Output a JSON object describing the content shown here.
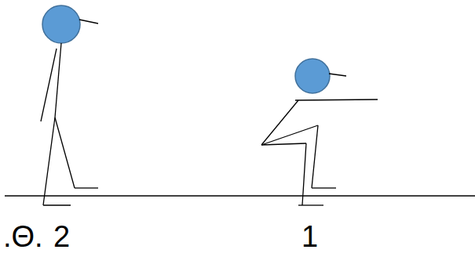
{
  "diagram": {
    "labels": [
      ".Θ.",
      "2",
      "1"
    ]
  }
}
